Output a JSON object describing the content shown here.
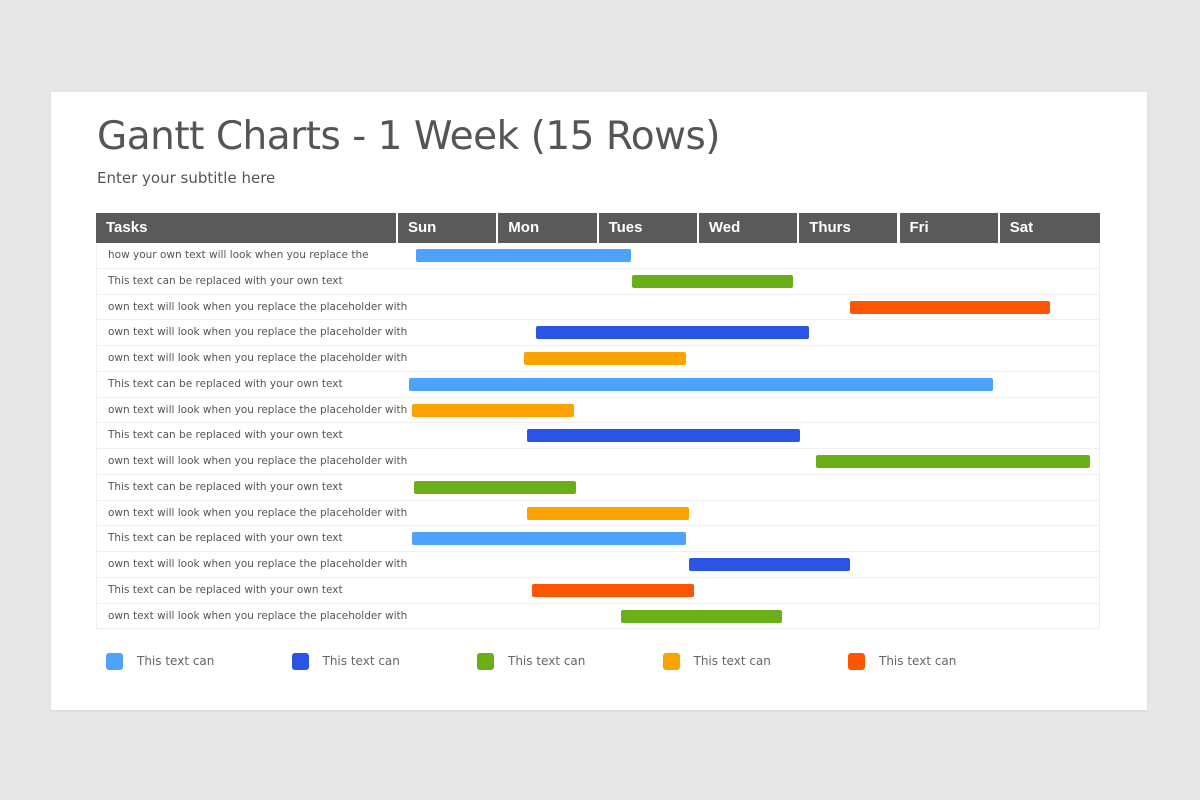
{
  "header": {
    "title": "Gantt Charts - 1 Week (15 Rows)",
    "subtitle": "Enter your subtitle here"
  },
  "colors": {
    "light_blue": "#4da3fb",
    "dark_blue": "#2a55e4",
    "green": "#6aaf18",
    "orange": "#fba300",
    "red_orange": "#fd5503",
    "header_bg": "#5a5a5a"
  },
  "table": {
    "columns": [
      "Tasks",
      "Sun",
      "Mon",
      "Tues",
      "Wed",
      "Thurs",
      "Fri",
      "Sat"
    ]
  },
  "rows": [
    {
      "task": "how your own text will look when you replace the",
      "start": 0.17,
      "end": 2.31,
      "color": "#4da3fb"
    },
    {
      "task": "This text can be replaced with your own text",
      "start": 2.32,
      "end": 3.93,
      "color": "#6aaf18"
    },
    {
      "task": "own text will look when you replace the placeholder with",
      "start": 4.5,
      "end": 6.49,
      "color": "#fd5503"
    },
    {
      "task": "own text will look when you replace the placeholder with",
      "start": 1.37,
      "end": 4.09,
      "color": "#2a55e4"
    },
    {
      "task": "own text will look when you replace the placeholder with",
      "start": 1.25,
      "end": 2.86,
      "color": "#fba300"
    },
    {
      "task": "This text can be replaced with your own text",
      "start": 0.1,
      "end": 5.92,
      "color": "#4da3fb"
    },
    {
      "task": "own text will look when you replace the placeholder with",
      "start": 0.13,
      "end": 1.74,
      "color": "#fba300"
    },
    {
      "task": "This text can be replaced with your own text",
      "start": 1.28,
      "end": 4.0,
      "color": "#2a55e4"
    },
    {
      "task": "own text will look when you replace the placeholder with",
      "start": 4.16,
      "end": 6.89,
      "color": "#6aaf18"
    },
    {
      "task": "This text can be replaced with your own text",
      "start": 0.15,
      "end": 1.76,
      "color": "#6aaf18"
    },
    {
      "task": "own text will look when you replace the placeholder with",
      "start": 1.28,
      "end": 2.89,
      "color": "#fba300"
    },
    {
      "task": "This text can be replaced with your own text",
      "start": 0.13,
      "end": 2.86,
      "color": "#4da3fb"
    },
    {
      "task": "own text will look when you replace the placeholder with",
      "start": 2.89,
      "end": 4.5,
      "color": "#2a55e4"
    },
    {
      "task": "This text can be replaced with your own text",
      "start": 1.33,
      "end": 2.94,
      "color": "#fd5503"
    },
    {
      "task": "own text will look when you replace the placeholder with",
      "start": 2.21,
      "end": 3.82,
      "color": "#6aaf18"
    }
  ],
  "legend": [
    {
      "label": "This text can",
      "color": "#4da3fb"
    },
    {
      "label": "This text can",
      "color": "#2a55e4"
    },
    {
      "label": "This text can",
      "color": "#6aaf18"
    },
    {
      "label": "This text can",
      "color": "#fba300"
    },
    {
      "label": "This text can",
      "color": "#fd5503"
    }
  ],
  "chart_data": {
    "type": "gantt",
    "title": "Gantt Charts - 1 Week (15 Rows)",
    "subtitle": "Enter your subtitle here",
    "x_categories": [
      "Sun",
      "Mon",
      "Tues",
      "Wed",
      "Thurs",
      "Fri",
      "Sat"
    ],
    "x_unit": "days (0 = start of Sun, 7 = end of Sat)",
    "xlim": [
      0,
      7
    ],
    "tasks": [
      {
        "label": "how your own text will look when you replace the",
        "start": 0.17,
        "end": 2.31,
        "series": 1
      },
      {
        "label": "This text can be replaced with your own text",
        "start": 2.32,
        "end": 3.93,
        "series": 3
      },
      {
        "label": "own text will look when you replace the placeholder with",
        "start": 4.5,
        "end": 6.49,
        "series": 5
      },
      {
        "label": "own text will look when you replace the placeholder with",
        "start": 1.37,
        "end": 4.09,
        "series": 2
      },
      {
        "label": "own text will look when you replace the placeholder with",
        "start": 1.25,
        "end": 2.86,
        "series": 4
      },
      {
        "label": "This text can be replaced with your own text",
        "start": 0.1,
        "end": 5.92,
        "series": 1
      },
      {
        "label": "own text will look when you replace the placeholder with",
        "start": 0.13,
        "end": 1.74,
        "series": 4
      },
      {
        "label": "This text can be replaced with your own text",
        "start": 1.28,
        "end": 4.0,
        "series": 2
      },
      {
        "label": "own text will look when you replace the placeholder with",
        "start": 4.16,
        "end": 6.89,
        "series": 3
      },
      {
        "label": "This text can be replaced with your own text",
        "start": 0.15,
        "end": 1.76,
        "series": 3
      },
      {
        "label": "own text will look when you replace the placeholder with",
        "start": 1.28,
        "end": 2.89,
        "series": 4
      },
      {
        "label": "This text can be replaced with your own text",
        "start": 0.13,
        "end": 2.86,
        "series": 1
      },
      {
        "label": "own text will look when you replace the placeholder with",
        "start": 2.89,
        "end": 4.5,
        "series": 2
      },
      {
        "label": "This text can be replaced with your own text",
        "start": 1.33,
        "end": 2.94,
        "series": 5
      },
      {
        "label": "own text will look when you replace the placeholder with",
        "start": 2.21,
        "end": 3.82,
        "series": 3
      }
    ],
    "legend": [
      {
        "series": 1,
        "label": "This text can",
        "color": "#4da3fb"
      },
      {
        "series": 2,
        "label": "This text can",
        "color": "#2a55e4"
      },
      {
        "series": 3,
        "label": "This text can",
        "color": "#6aaf18"
      },
      {
        "series": 4,
        "label": "This text can",
        "color": "#fba300"
      },
      {
        "series": 5,
        "label": "This text can",
        "color": "#fd5503"
      }
    ],
    "legend_position": "bottom",
    "grid": false
  }
}
